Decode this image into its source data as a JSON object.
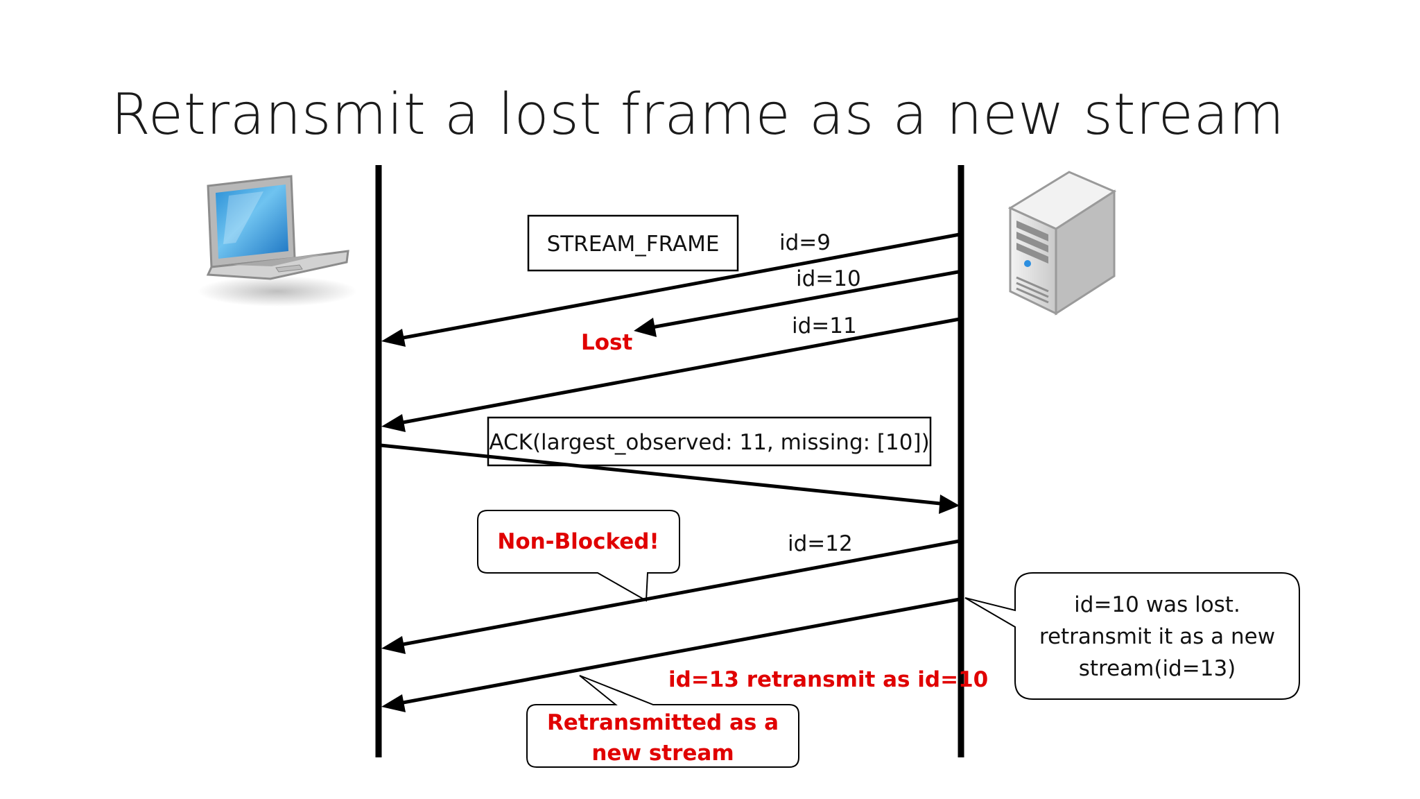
{
  "title": "Retransmit a lost frame as a new stream",
  "colors": {
    "line": "#000000",
    "accent_red": "#e00000",
    "text": "#111111"
  },
  "icons": {
    "client": "laptop-icon",
    "server": "server-tower-icon"
  },
  "frame_box": {
    "label": "STREAM_FRAME"
  },
  "ack_box": {
    "label": "ACK(largest_observed: 11, missing: [10])"
  },
  "packets": {
    "id9": "id=9",
    "id10": "id=10",
    "id11": "id=11",
    "id12": "id=12"
  },
  "lost_label": "Lost",
  "retransmit_label": "id=13 retransmit as id=10",
  "callouts": {
    "non_blocked": "Non-Blocked!",
    "retransmitted_line1": "Retransmitted as a",
    "retransmitted_line2": "new stream",
    "server_note_line1": "id=10 was lost.",
    "server_note_line2": "retransmit it as a new",
    "server_note_line3": "stream(id=13)"
  }
}
